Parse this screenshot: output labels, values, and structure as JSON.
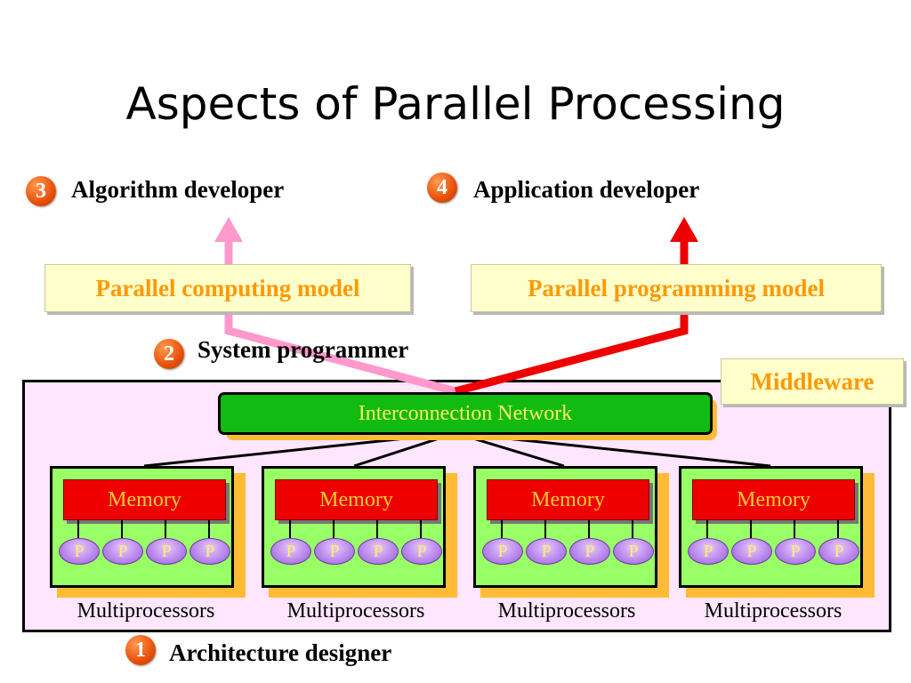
{
  "slide": {
    "title": "Aspects of Parallel Processing"
  },
  "roles": [
    {
      "number": "1",
      "label": "Architecture designer"
    },
    {
      "number": "2",
      "label": "System programmer"
    },
    {
      "number": "3",
      "label": "Algorithm developer"
    },
    {
      "number": "4",
      "label": "Application developer"
    }
  ],
  "models": {
    "computing": "Parallel computing model",
    "programming": "Parallel programming model"
  },
  "middleware": "Middleware",
  "network": "Interconnection Network",
  "multiprocessors": [
    {
      "memory": "Memory",
      "processors": [
        "P",
        "P",
        "P",
        "P"
      ],
      "caption": "Multiprocessors"
    },
    {
      "memory": "Memory",
      "processors": [
        "P",
        "P",
        "P",
        "P"
      ],
      "caption": "Multiprocessors"
    },
    {
      "memory": "Memory",
      "processors": [
        "P",
        "P",
        "P",
        "P"
      ],
      "caption": "Multiprocessors"
    },
    {
      "memory": "Memory",
      "processors": [
        "P",
        "P",
        "P",
        "P"
      ],
      "caption": "Multiprocessors"
    }
  ],
  "colors": {
    "computing_arrow": "#ff99cc",
    "programming_arrow": "#ff0000",
    "network": "#11bb11",
    "memory": "#ee0000",
    "multiprocessor": "#99ff66",
    "system_area": "#ffe6ff"
  }
}
